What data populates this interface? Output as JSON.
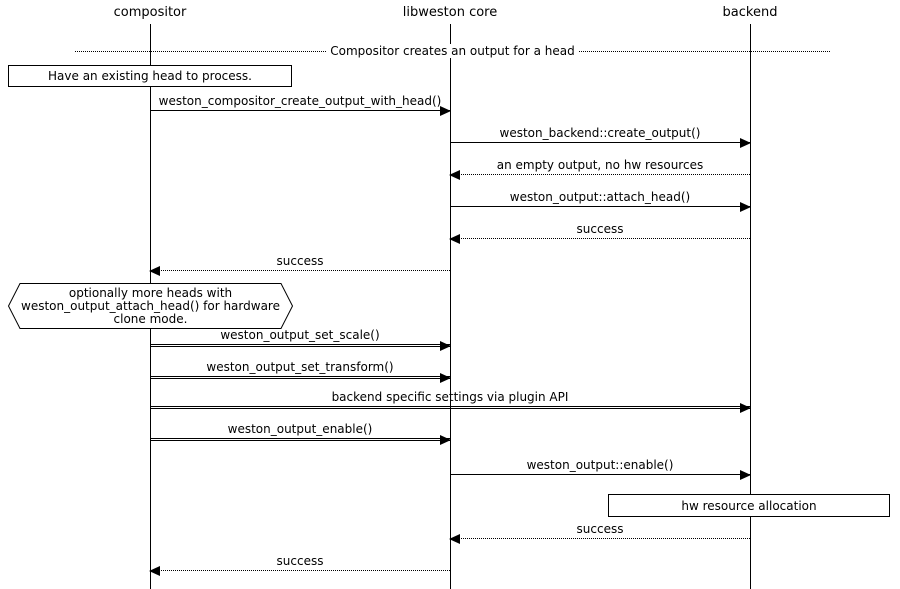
{
  "colors": {
    "line": "#000000",
    "background": "#ffffff",
    "text": "#000000"
  },
  "lifelines": {
    "compositor": "compositor",
    "libweston": "libweston core",
    "backend": "backend"
  },
  "divider": {
    "label": "Compositor creates an output for a head"
  },
  "notes": {
    "existing_head": "Have an existing head to process.",
    "clone_mode_line1": "optionally more heads with",
    "clone_mode_line2": "weston_output_attach_head() for hardware",
    "clone_mode_line3": "clone mode.",
    "hw_alloc": "hw resource allocation"
  },
  "messages": {
    "create_output_with_head": "weston_compositor_create_output_with_head()",
    "backend_create_output": "weston_backend::create_output()",
    "empty_output": "an empty output, no hw resources",
    "attach_head": "weston_output::attach_head()",
    "attach_success": "success",
    "create_success": "success",
    "set_scale": "weston_output_set_scale()",
    "set_transform": "weston_output_set_transform()",
    "plugin_api": "backend specific settings via plugin API",
    "output_enable": "weston_output_enable()",
    "backend_enable": "weston_output::enable()",
    "enable_success_backend": "success",
    "enable_success_core": "success"
  }
}
